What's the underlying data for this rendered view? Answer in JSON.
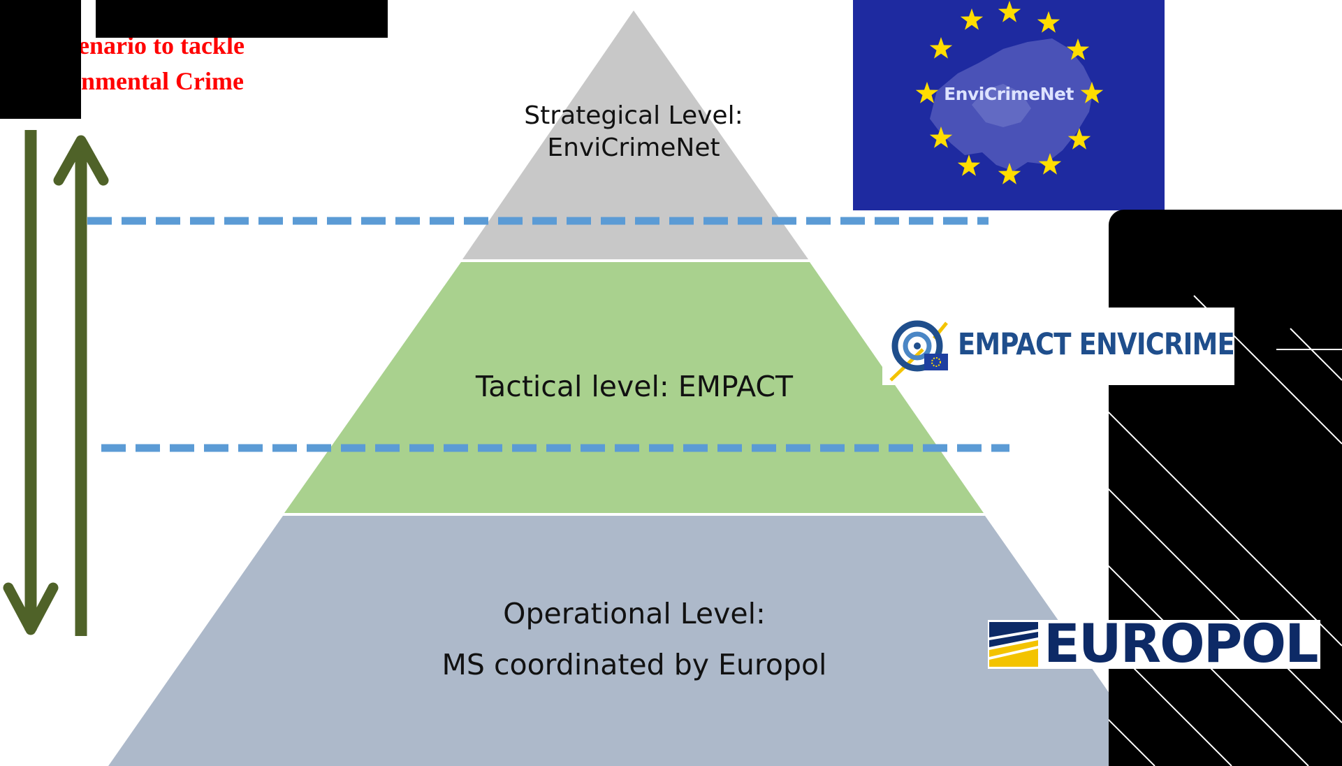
{
  "title": {
    "line1": "enario to tackle",
    "line2": "nmental Crime"
  },
  "levels": {
    "strategical": {
      "line1": "Strategical Level:",
      "line2": "EnviCrimeNet",
      "color": "#c8c8c8"
    },
    "tactical": {
      "line1": "Tactical level: EMPACT",
      "color": "#a9d18e"
    },
    "operational": {
      "line1": "Operational Level:",
      "line2": "MS coordinated by Europol",
      "color": "#adb9ca"
    }
  },
  "logos": {
    "envicrimenet": "EnviCrimeNet",
    "empact": "EMPACT ENVICRIME",
    "europol": "EUROPOL"
  },
  "colors": {
    "arrow": "#4f6228",
    "dashed_line": "#5b9bd5",
    "title": "#ff0000",
    "eu_blue": "#1e2aa0",
    "eu_star": "#ffdd00",
    "europol_navy": "#0d2a66",
    "europol_gold": "#f3c300"
  },
  "icons": [
    "eu-star-icon",
    "europe-map-icon",
    "empact-target-icon",
    "eu-flag-icon",
    "europol-emblem-icon",
    "up-arrow-icon",
    "down-arrow-icon"
  ]
}
